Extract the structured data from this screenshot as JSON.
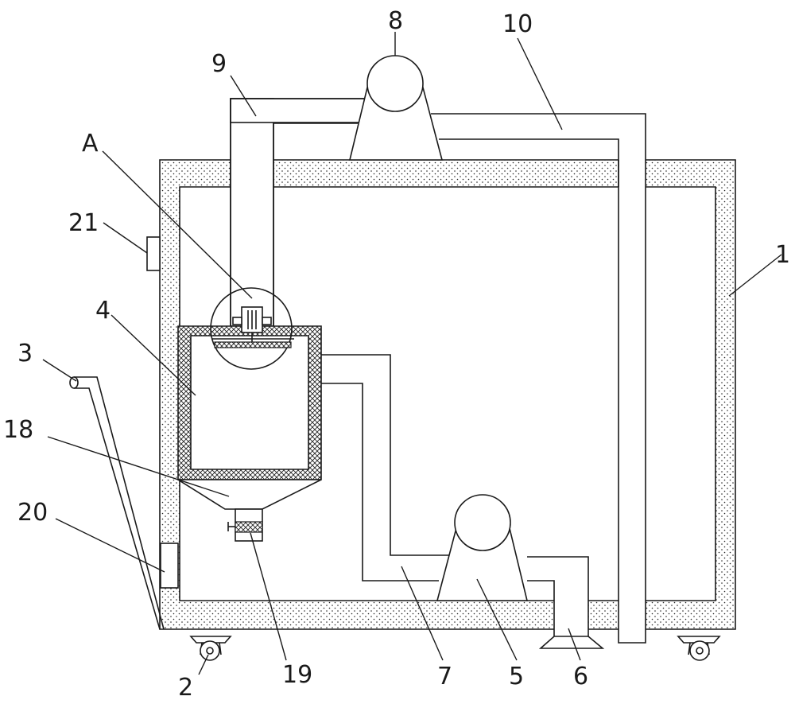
{
  "labels": {
    "l1": "1",
    "l2": "2",
    "l3": "3",
    "l4": "4",
    "l5": "5",
    "l6": "6",
    "l7": "7",
    "l8": "8",
    "l9": "9",
    "l10": "10",
    "l18": "18",
    "l19": "19",
    "l20": "20",
    "l21": "21",
    "lA": "A"
  },
  "colors": {
    "line": "#1a1a1a",
    "background": "#ffffff"
  }
}
